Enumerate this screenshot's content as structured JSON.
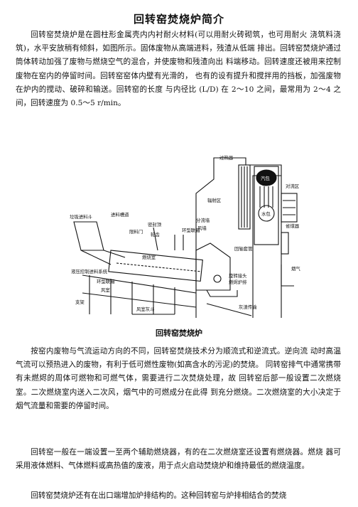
{
  "document": {
    "title": "回转窑焚烧炉简介",
    "paragraph1": "回转窑焚烧炉是在圆柱形金属壳内内衬耐火材料(可以用耐火砖砌筑，也可用耐火 浇筑料浇筑)，水平安放稍有倾斜，如图所示。固体废物从高端进料，残渣从低端 排出。回转窑焚烧炉通过筒体转动加强了废物与燃烧空气的混合，并使废物和残渣向出 料端移动。回转速度还被用来控制废物在窑内的停留时间。回转窑窑体内壁有光滑的，  也有的设有提升和搅拌用的挡板，加强废物在炉内的搅动、破碎和输送。回转窑的长度 与内径比 (L/D)  在 2～10 之间，最常用为 2～4 之间，回转速度为 0.5～5 r/min。",
    "figure_caption": "回转窑焚烧炉",
    "paragraph2": "按窑内废物与气流运动方向的不同，回转窑焚烧技术分为顺流式和逆流式。逆向流 动时高温气流可以预热进入的废物，有利于低可燃性废物(如高含水的污泥)的焚烧。 同转窑排气中通常携带有未燃烬的周体可燃物和可燃气体，需要进行二次焚烧处理，故 回转窑后部一般设置二次燃烧室。二次燃烧室内送入二次风，烟气中的可燃成分在此得 到充分燃烧。二次燃烧室的大小决定于烟气流量和需要的停留时间。",
    "paragraph3": "回转窑一般在一端设置一至两个辅助燃烧器，有的在二次燃烧室还设置有燃烧器。燃烧 器可采用液体燃料、气体燃料或高热值的废液，用于点火启动焚烧炉和维持最低的燃烧温度。",
    "paragraph4": "回转窑焚烧炉还有在出口端增加炉排结构的。这种回转窑与炉排相结合的焚烧"
  },
  "figure_labels": {
    "guoreqi": "过热器",
    "qibao": "汽包",
    "shuibao": "水包",
    "duiliuqu": "对流区",
    "shengmeiqi": "省煤器",
    "fushere": "辐射区",
    "yanqi": "烟气",
    "lajijinliao": "垃圾进料斗",
    "jinliaocaodao": "进料槽道",
    "xianliaomen": "限料门",
    "mifengtou": "密封顶",
    "lunchi": "轮齿",
    "huanxinglianxiang": "环型联箱",
    "fenliuqiang": "分流墙",
    "fengqiang": "风墙",
    "ranshaoshi": "燃烧室",
    "huizhoufuhui": "回轴套管",
    "zheshepin": "旋转接头",
    "huizhuanpailu": "燃烬炉排",
    "yeyakongzhi": "液压控制进料系统",
    "huanxinglianxiang2": "环型联箱",
    "fengshi": "风室",
    "zhizuo": "支架",
    "fengshihuidou": "风室灰斗",
    "huizhachuanshu": "灰渣传输"
  }
}
